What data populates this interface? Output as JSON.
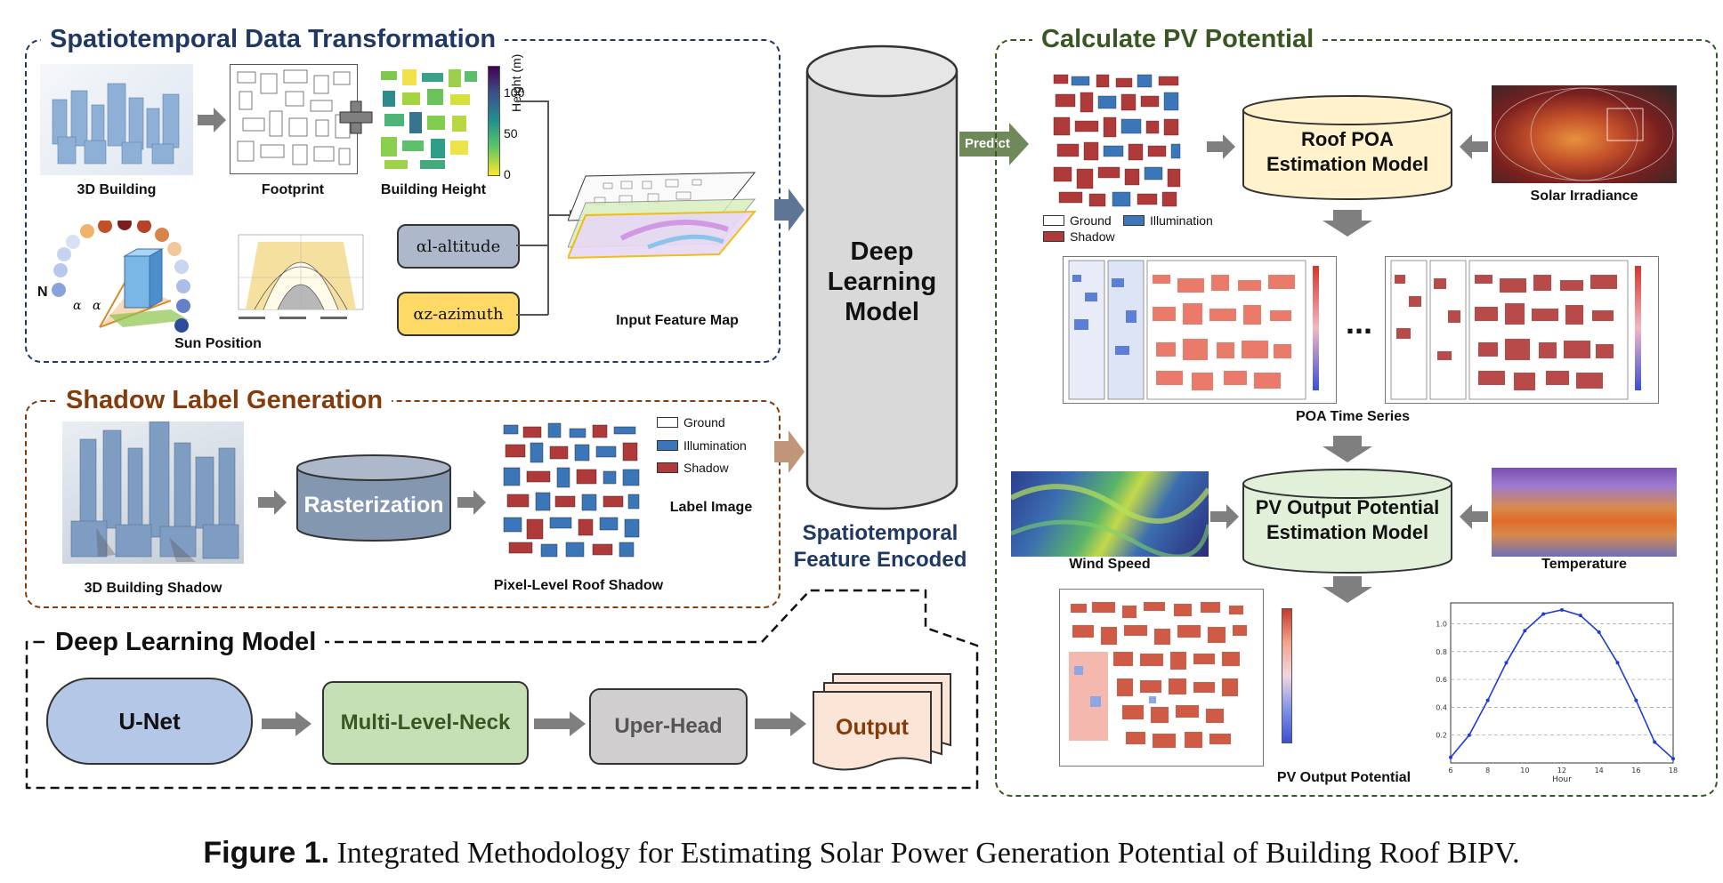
{
  "panels": {
    "transform": {
      "title": "Spatiotemporal Data Transformation",
      "color": "#1f3864"
    },
    "shadow": {
      "title": "Shadow Label Generation",
      "color": "#843c0c"
    },
    "dlm": {
      "title": "Deep Learning Model",
      "color": "#111111"
    },
    "pv": {
      "title": "Calculate PV Potential",
      "color": "#385723"
    }
  },
  "transform": {
    "building3d": "3D Building",
    "footprint": "Footprint",
    "height": "Building Height",
    "colorbar_ticks": [
      "100",
      "50",
      "0"
    ],
    "colorbar_label": "Height (m)",
    "sun_position": "Sun Position",
    "altitude": "αl-altitude",
    "azimuth": "αz-azimuth",
    "n_label": "N",
    "feature_map": "Input Feature Map"
  },
  "shadow": {
    "building_shadow": "3D Building Shadow",
    "rasterization": "Rasterization",
    "roof_shadow": "Pixel-Level Roof Shadow",
    "label_image": "Label Image",
    "legend": [
      "Ground",
      "Illumination",
      "Shadow"
    ]
  },
  "dlm": {
    "unet": "U-Net",
    "neck": "Multi-Level-Neck",
    "head": "Uper-Head",
    "output": "Output"
  },
  "center": {
    "model": "Deep Learning Model",
    "encoded_line1": "Spatiotemporal",
    "encoded_line2": "Feature Encoded",
    "predict": "Predict"
  },
  "pv": {
    "legend": [
      "Ground",
      "Illumination",
      "Shadow"
    ],
    "poa_model_line1": "Roof POA",
    "poa_model_line2": "Estimation Model",
    "solar_irradiance": "Solar Irradiance",
    "poa_series": "POA Time Series",
    "ellipsis": "...",
    "pv_model_line1": "PV Output Potential",
    "pv_model_line2": "Estimation Model",
    "wind_speed": "Wind Speed",
    "temperature": "Temperature",
    "pv_output": "PV Output Potential",
    "hour_axis": "Hour"
  },
  "caption": {
    "prefix": "Figure 1.",
    "text": " Integrated Methodology for Estimating Solar Power Generation Potential of Building Roof BIPV."
  },
  "chart_data": {
    "type": "line",
    "xlabel": "Hour",
    "x": [
      6,
      7,
      8,
      9,
      10,
      11,
      12,
      13,
      14,
      15,
      16,
      17,
      18
    ],
    "values": [
      0.04,
      0.2,
      0.45,
      0.72,
      0.95,
      1.07,
      1.1,
      1.06,
      0.94,
      0.72,
      0.45,
      0.15,
      0.03
    ],
    "xticks": [
      "6",
      "8",
      "10",
      "12",
      "14",
      "16",
      "18"
    ],
    "yticks": [
      "0.2",
      "0.4",
      "0.6",
      "0.8",
      "1.0"
    ],
    "ylim": [
      0,
      1.15
    ],
    "xlim": [
      6,
      18
    ],
    "color": "#1f3bd6"
  }
}
